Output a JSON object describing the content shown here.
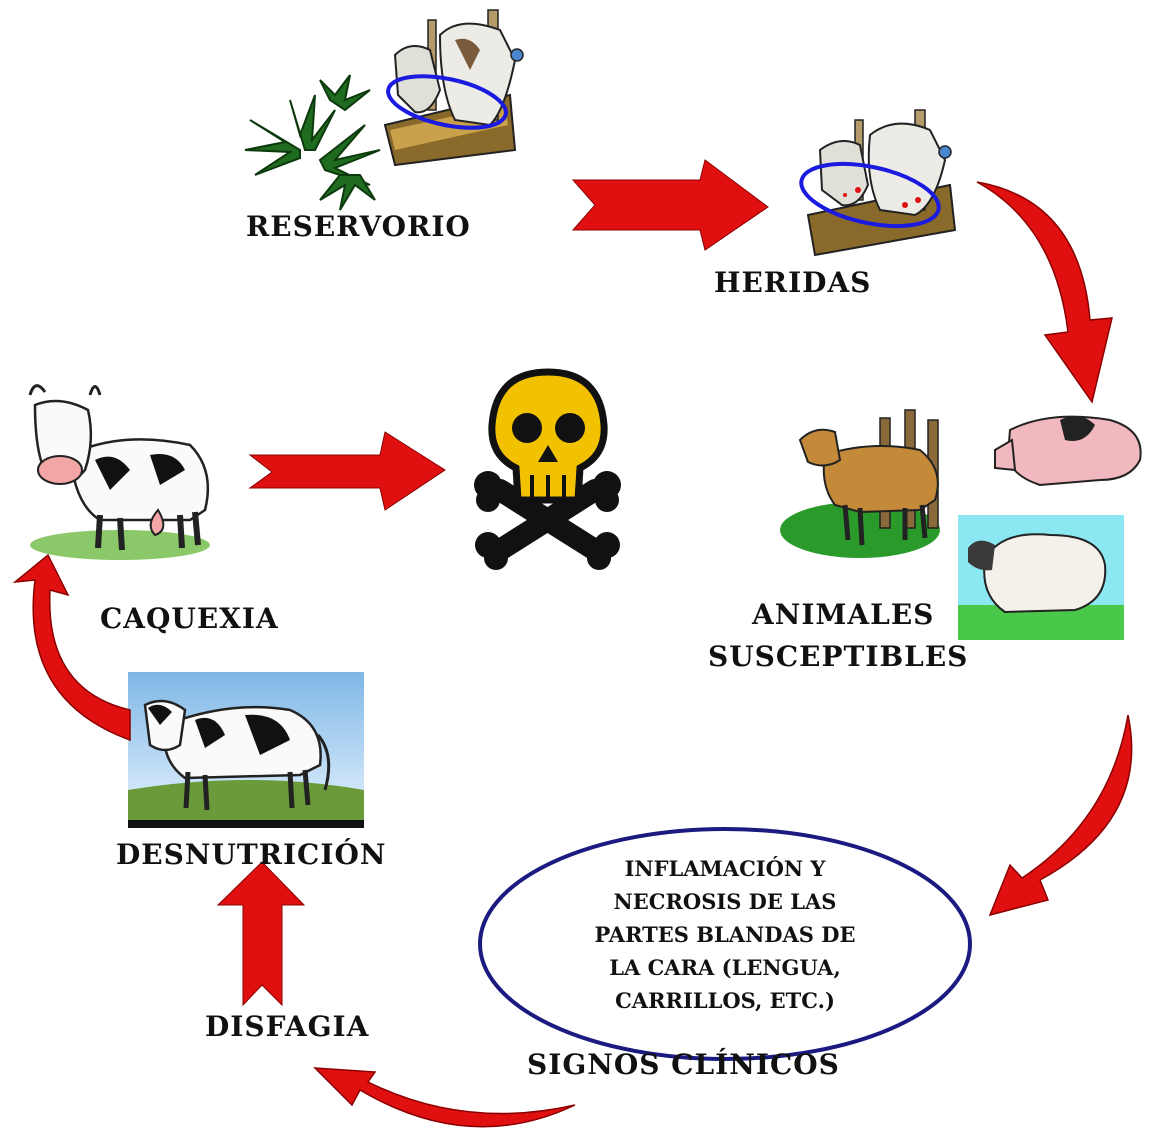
{
  "labels": {
    "reservorio": "RESERVORIO",
    "heridas": "HERIDAS",
    "animales_line1": "ANIMALES",
    "animales_line2": "SUSCEPTIBLES",
    "caquexia": "CAQUEXIA",
    "desnutricion": "DESNUTRICIÓN",
    "disfagia": "DISFAGIA",
    "signos": "SIGNOS  CLÍNICOS"
  },
  "signs_box": {
    "lines": [
      "INFLAMACIÓN Y",
      "NECROSIS  DE LAS",
      "PARTES BLANDAS DE",
      "LA CARA (LENGUA,",
      "CARRILLOS, ETC.)"
    ]
  },
  "colors": {
    "arrow": "#e01010",
    "arrow_dark": "#8b0000",
    "ellipse": "#1a1a80",
    "highlight_ring": "#1a1ae0",
    "skull": "#f2c200"
  },
  "icons": {
    "reservoir": "plant-and-cattle-feeding-icon",
    "wounds": "wounded-cattle-icon",
    "susceptible": "cow-pig-sheep-icon",
    "cachexia": "cow-icon",
    "death": "skull-crossbones-icon",
    "malnutrition": "cow-in-field-icon"
  }
}
